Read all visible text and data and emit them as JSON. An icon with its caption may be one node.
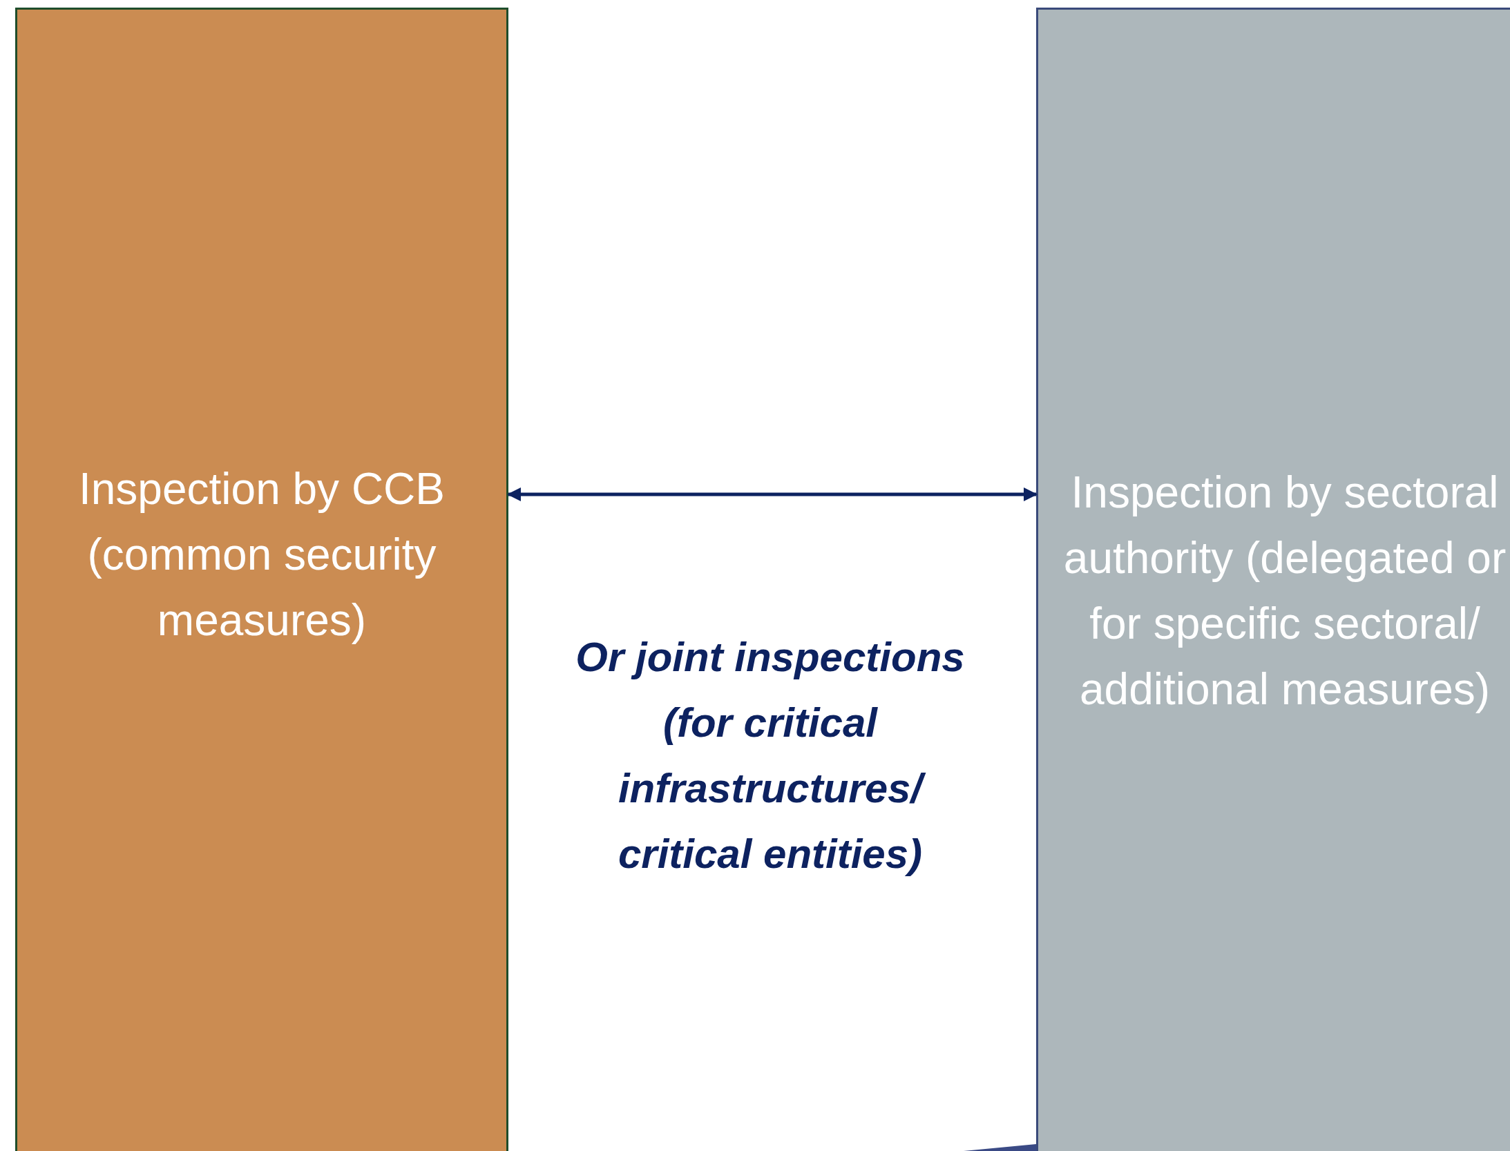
{
  "diagram": {
    "nodes": [
      {
        "text": [
          "Inspection by CCB (common security measures)"
        ]
      },
      {
        "text": [
          "Inspection by sectoral authority (delegated or for specific sectoral/ additional measures)"
        ]
      }
    ],
    "edges": [
      {
        "from": 0,
        "to": 1,
        "arrow": "both"
      }
    ],
    "labels": [
      "Or joint inspections (for critical infrastructures/ critical entities)"
    ]
  }
}
